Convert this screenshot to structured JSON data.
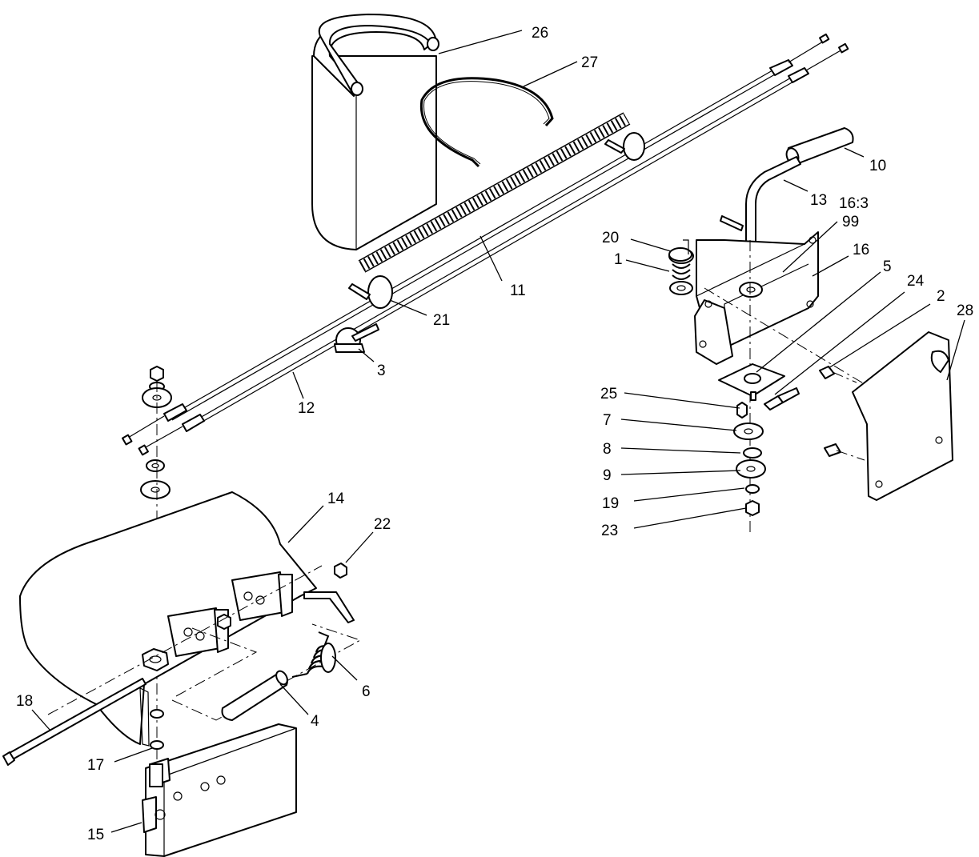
{
  "callouts": {
    "c1": "1",
    "c2": "2",
    "c3": "3",
    "c4": "4",
    "c5": "5",
    "c6": "6",
    "c7": "7",
    "c8": "8",
    "c9": "9",
    "c10": "10",
    "c11": "11",
    "c12": "12",
    "c13": "13",
    "c14": "14",
    "c15": "15",
    "c16": "16",
    "c16b_line1": "16:3",
    "c16b_line2": "99",
    "c17": "17",
    "c18": "18",
    "c19": "19",
    "c20": "20",
    "c21": "21",
    "c22": "22",
    "c23": "23",
    "c24": "24",
    "c25": "25",
    "c26": "26",
    "c27": "27",
    "c28": "28"
  }
}
